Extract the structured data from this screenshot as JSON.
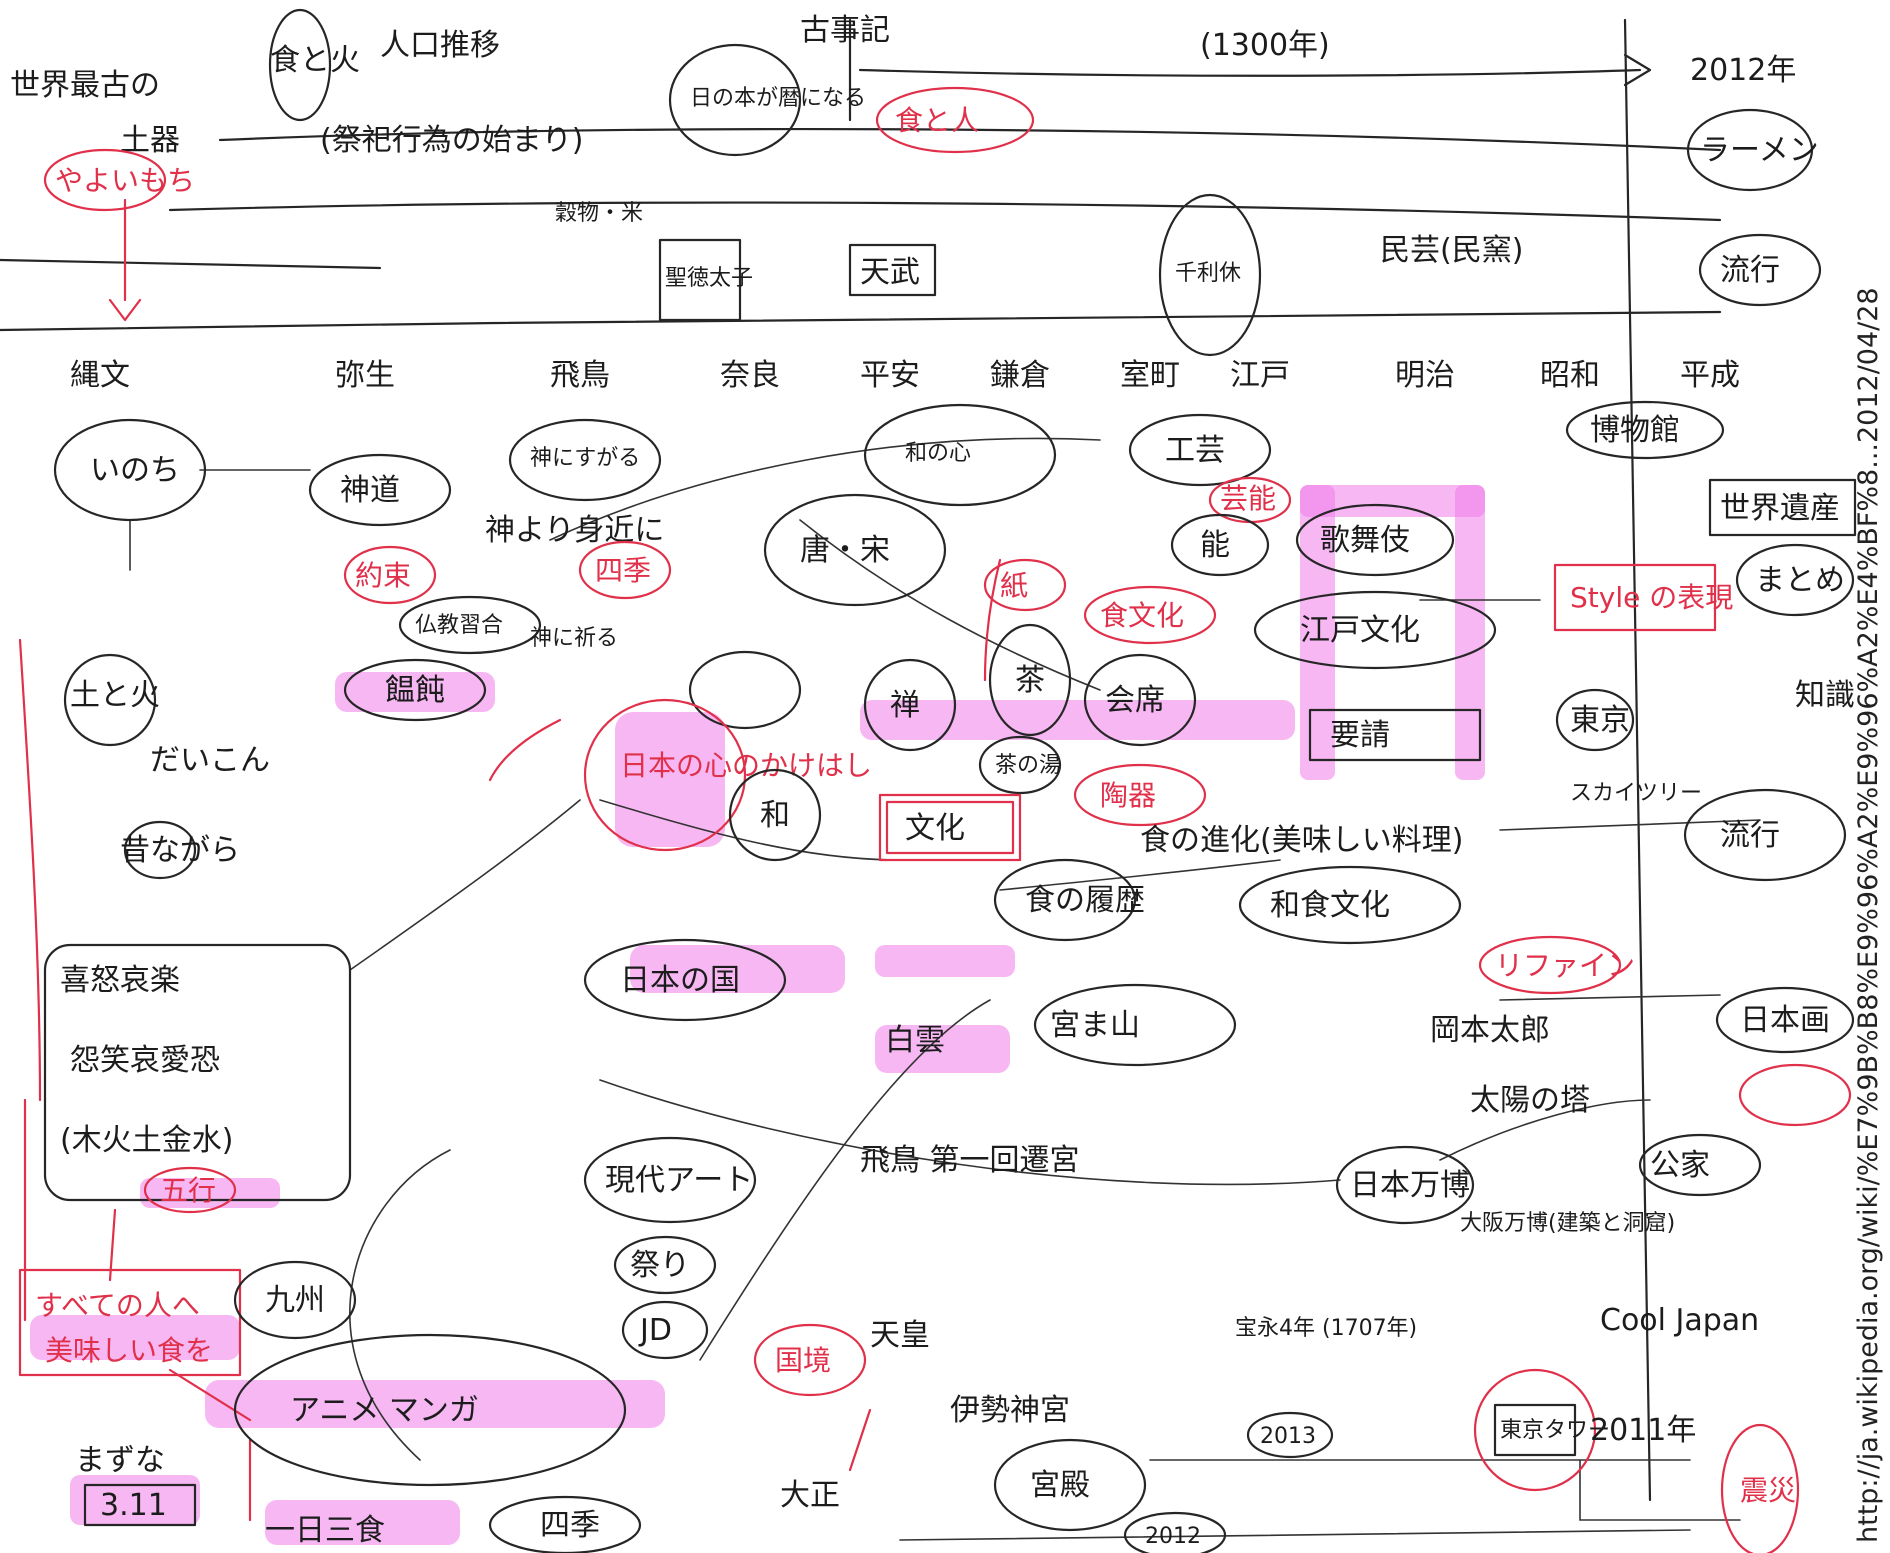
{
  "url": "http://ja.wikipedia.org/wiki/%E7%9B%B8%E9%96%A2%E9%96%A2%E4%BF%8...2012/04/28",
  "timeline": {
    "top_period": "(1300年)",
    "year_2012": "2012年",
    "year_2011": "2011年",
    "eras": [
      "縄文",
      "弥生",
      "飛鳥",
      "奈良",
      "平安",
      "鎌倉",
      "室町",
      "江戸",
      "明治",
      "昭和",
      "平成"
    ]
  },
  "nodes": {
    "world_oldest": "世界最古の",
    "pottery": "土器",
    "food_fire": "食と火",
    "population": "人口推移",
    "ritual": "(祭祀行為の始まり)",
    "calendar": "日の本が暦になる",
    "kojiki": "古事記",
    "food_people": "食と人",
    "yayoi_mochi": "やよいもち",
    "buddhism_rows": "穀物・米",
    "shotoku": "聖徳太子",
    "tenmu": "天武",
    "minge": "民芸(民窯)",
    "sen_rikyu": "千利休",
    "ramen": "ラーメン",
    "ryuko": "流行",
    "jomon_life": "いのち",
    "shinto": "神道",
    "kami_sugaru": "神にすがる",
    "kami_yori": "神より身近に",
    "shiki_red": "四季",
    "yakusoku": "約束",
    "hotoke": "仏教習合",
    "kami_kami": "神に祈る",
    "udon": "饂飩",
    "tounan": "唐・宋",
    "kogei": "工芸",
    "geino": "芸能",
    "kabuki": "歌舞伎",
    "no": "能",
    "edo_bunka": "江戸文化",
    "style_box": "Style の表現",
    "sekai_isan": "世界遺産",
    "matome": "まとめ",
    "kami_red": "紙",
    "shoku_bunka": "食文化",
    "zen": "禅",
    "cha": "茶",
    "kaiseki": "会席",
    "chanoyu": "茶の湯",
    "wakon": "和の心",
    "nihon_red": "日本の心のかけはし",
    "wa": "和",
    "bunka": "文化",
    "togei": "陶器",
    "shoku_sho": "食の進化(美味しい料理)",
    "washoku_rec": "和食文化",
    "dojin": "土と火",
    "daikon": "だいこん",
    "mukashi": "昔ながら",
    "kihan": "喜怒哀楽",
    "onsen": "怨笑哀愛恐",
    "mokkin": "(木火土金水)",
    "gogyo": "五行",
    "all_people": "すべての人へ",
    "oishii": "美味しい食を",
    "kyuyo": "九州",
    "manga": "アニメ マンガ",
    "kuge": "公家",
    "shikyo": "四季",
    "nihon_koku": "日本の国",
    "hakuun": "白雲",
    "kokuyu": "国境",
    "taisho": "大正",
    "ise": "伊勢神宮",
    "kyuden": "宮殿",
    "tenno": "天皇",
    "jd": "JD",
    "matsuri": "祭り",
    "asuka_first": "飛鳥 第一回遷宮",
    "hoei": "宝永4年 (1707年)",
    "y2013": "2013",
    "y2012": "2012",
    "okamoto": "岡本太郎",
    "taiyo": "太陽の塔",
    "refine": "リファイン",
    "gendai": "現代アート",
    "ippan": "日本万博",
    "banpaku": "大阪万博(建築と洞窟)",
    "cool_japan": "Cool Japan",
    "tokyo_tower": "東京タワー",
    "nihon_ga": "日本画",
    "yamanote": "宮ま山",
    "shinsai": "震災",
    "mazuna": "まずな",
    "date_311": "3.11",
    "kitaku": "一日三食",
    "gokei": "東京",
    "yosei": "要請",
    "shoku_rireki": "食の履歴",
    "sukaitsuri": "スカイツリー",
    "hakubutsu": "博物館",
    "chishiki": "知識"
  },
  "colors": {
    "ink": "#262626",
    "red": "#e0304a",
    "highlight": "#ee7be9"
  }
}
